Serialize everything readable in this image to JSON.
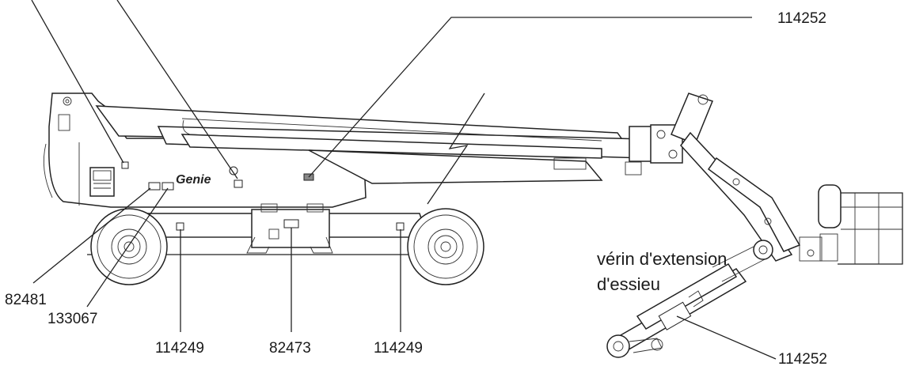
{
  "callouts": {
    "top_right": "114252",
    "left_1": "82481",
    "left_2": "133067",
    "bottom_1": "114249",
    "bottom_2": "82473",
    "bottom_3": "114249",
    "cylinder": "114252"
  },
  "caption": {
    "line1": "vérin d'extension",
    "line2": "d'essieu"
  },
  "brand": "Genie"
}
